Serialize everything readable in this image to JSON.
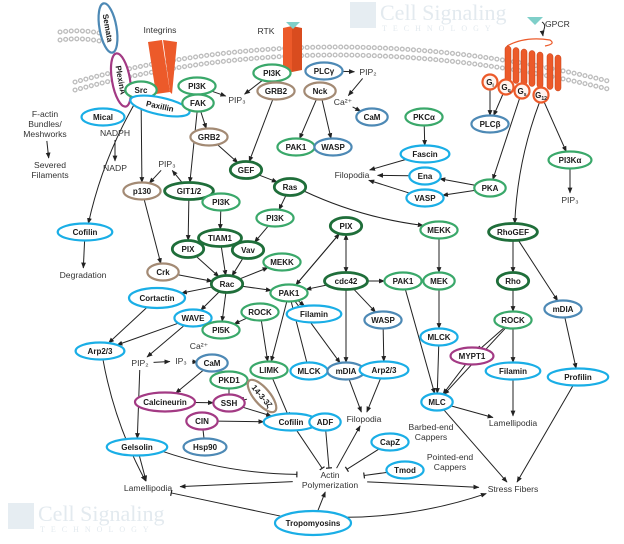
{
  "watermark": {
    "line1": "Cell Signaling",
    "line2": "TECHNOLOGY"
  },
  "colors": {
    "green": "#3aa86a",
    "darkgreen": "#1f6e3a",
    "cyan": "#1aaee6",
    "steel": "#4d89b5",
    "brown": "#a38a74",
    "magenta": "#a33a84",
    "receptor": "#ec5a2a",
    "membrane": "#bdbdbd",
    "ligand": "#7fcfc9"
  },
  "receptors": {
    "integrins": "Integrins",
    "rtk": "RTK",
    "gpcr": "GPCR"
  },
  "nodes": [
    {
      "id": "semata",
      "label": "Semata",
      "style": "steel",
      "rot": 80
    },
    {
      "id": "plexina",
      "label": "PlexinA",
      "style": "magenta",
      "rot": 80
    },
    {
      "id": "mical",
      "label": "Mical",
      "style": "cyan"
    },
    {
      "id": "src",
      "label": "Src",
      "style": "green"
    },
    {
      "id": "paxillin",
      "label": "Paxillin",
      "style": "cyan",
      "rot": 12
    },
    {
      "id": "pi3k1",
      "label": "PI3K",
      "style": "green"
    },
    {
      "id": "fak",
      "label": "FAK",
      "style": "green"
    },
    {
      "id": "pi3k2",
      "label": "PI3K",
      "style": "green"
    },
    {
      "id": "grb2b",
      "label": "GRB2",
      "style": "brown"
    },
    {
      "id": "plcg",
      "label": "PLCγ",
      "style": "steel"
    },
    {
      "id": "nck",
      "label": "Nck",
      "style": "brown"
    },
    {
      "id": "gi",
      "label": "G",
      "sub": "i",
      "style": "gsub"
    },
    {
      "id": "gq",
      "label": "G",
      "sub": "q",
      "style": "gsub"
    },
    {
      "id": "gs",
      "label": "G",
      "sub": "s",
      "style": "gsub"
    },
    {
      "id": "g12",
      "label": "G",
      "sub": "12",
      "style": "gsub"
    },
    {
      "id": "cam1",
      "label": "CaM",
      "style": "steel"
    },
    {
      "id": "plcb",
      "label": "PLCβ",
      "style": "steel"
    },
    {
      "id": "pi3ka",
      "label": "PI3Kα",
      "style": "green"
    },
    {
      "id": "grb2a",
      "label": "GRB2",
      "style": "brown"
    },
    {
      "id": "gef",
      "label": "GEF",
      "style": "darkgreen"
    },
    {
      "id": "ras",
      "label": "Ras",
      "style": "darkgreen"
    },
    {
      "id": "pak1a",
      "label": "PAK1",
      "style": "green"
    },
    {
      "id": "wasp1",
      "label": "WASP",
      "style": "steel"
    },
    {
      "id": "pkca",
      "label": "PKCα",
      "style": "green"
    },
    {
      "id": "fascin",
      "label": "Fascin",
      "style": "cyan"
    },
    {
      "id": "ena",
      "label": "Ena",
      "style": "cyan"
    },
    {
      "id": "vasp",
      "label": "VASP",
      "style": "cyan"
    },
    {
      "id": "pka",
      "label": "PKA",
      "style": "green"
    },
    {
      "id": "p130",
      "label": "p130",
      "style": "brown"
    },
    {
      "id": "git",
      "label": "GIT1/2",
      "style": "darkgreen"
    },
    {
      "id": "cofilin1",
      "label": "Cofilin",
      "style": "cyan"
    },
    {
      "id": "pi3k3",
      "label": "PI3K",
      "style": "green"
    },
    {
      "id": "tiam1",
      "label": "TIAM1",
      "style": "darkgreen"
    },
    {
      "id": "pix1",
      "label": "PIX",
      "style": "darkgreen"
    },
    {
      "id": "vav",
      "label": "Vav",
      "style": "darkgreen"
    },
    {
      "id": "pi3k4",
      "label": "PI3K",
      "style": "green"
    },
    {
      "id": "mekk1",
      "label": "MEKK",
      "style": "green"
    },
    {
      "id": "rac",
      "label": "Rac",
      "style": "darkgreen"
    },
    {
      "id": "crk",
      "label": "Crk",
      "style": "brown"
    },
    {
      "id": "cortactin",
      "label": "Cortactin",
      "style": "cyan"
    },
    {
      "id": "wave",
      "label": "WAVE",
      "style": "cyan"
    },
    {
      "id": "pi5k",
      "label": "PI5K",
      "style": "green"
    },
    {
      "id": "rock1",
      "label": "ROCK",
      "style": "green"
    },
    {
      "id": "pak1b",
      "label": "PAK1",
      "style": "green"
    },
    {
      "id": "pix2",
      "label": "PIX",
      "style": "darkgreen"
    },
    {
      "id": "cdc42",
      "label": "cdc42",
      "style": "darkgreen"
    },
    {
      "id": "pak1c",
      "label": "PAK1",
      "style": "green"
    },
    {
      "id": "mekk2",
      "label": "MEKK",
      "style": "green"
    },
    {
      "id": "mek",
      "label": "MEK",
      "style": "green"
    },
    {
      "id": "mlck2",
      "label": "MLCK",
      "style": "cyan"
    },
    {
      "id": "mypt1",
      "label": "MYPT1",
      "style": "magenta"
    },
    {
      "id": "rhogef",
      "label": "RhoGEF",
      "style": "darkgreen"
    },
    {
      "id": "rho",
      "label": "Rho",
      "style": "darkgreen"
    },
    {
      "id": "rock2",
      "label": "ROCK",
      "style": "green"
    },
    {
      "id": "mdia2",
      "label": "mDIA",
      "style": "steel"
    },
    {
      "id": "filamin1",
      "label": "Filamin",
      "style": "cyan"
    },
    {
      "id": "wasp2",
      "label": "WASP",
      "style": "steel"
    },
    {
      "id": "filamin2",
      "label": "Filamin",
      "style": "cyan"
    },
    {
      "id": "profilin",
      "label": "Profilin",
      "style": "cyan"
    },
    {
      "id": "mlc",
      "label": "MLC",
      "style": "cyan"
    },
    {
      "id": "arp1",
      "label": "Arp2/3",
      "style": "cyan"
    },
    {
      "id": "cam2",
      "label": "CaM",
      "style": "steel"
    },
    {
      "id": "limk",
      "label": "LIMK",
      "style": "green"
    },
    {
      "id": "mlck1",
      "label": "MLCK",
      "style": "cyan"
    },
    {
      "id": "mdia1",
      "label": "mDIA",
      "style": "steel"
    },
    {
      "id": "arp2",
      "label": "Arp2/3",
      "style": "cyan"
    },
    {
      "id": "pkd1",
      "label": "PKD1",
      "style": "green"
    },
    {
      "id": "ssh",
      "label": "SSH",
      "style": "magenta"
    },
    {
      "id": "p1433",
      "label": "14-3-3ζ",
      "style": "brown",
      "rot": 50
    },
    {
      "id": "calcineurin",
      "label": "Calcineurin",
      "style": "magenta"
    },
    {
      "id": "cin",
      "label": "CIN",
      "style": "magenta"
    },
    {
      "id": "hsp90",
      "label": "Hsp90",
      "style": "steel"
    },
    {
      "id": "cofilin2",
      "label": "Cofilin",
      "style": "cyan"
    },
    {
      "id": "adf",
      "label": "ADF",
      "style": "cyan"
    },
    {
      "id": "gelsolin",
      "label": "Gelsolin",
      "style": "cyan"
    },
    {
      "id": "capz",
      "label": "CapZ",
      "style": "cyan"
    },
    {
      "id": "tmod",
      "label": "Tmod",
      "style": "cyan"
    },
    {
      "id": "tropo",
      "label": "Tropomyosins",
      "style": "cyan"
    }
  ],
  "texts": [
    {
      "id": "fact",
      "lines": [
        "F-actin",
        "Bundles/",
        "Meshworks"
      ]
    },
    {
      "id": "nadph",
      "lines": [
        "NADPH"
      ]
    },
    {
      "id": "severed",
      "lines": [
        "Severed",
        "Filaments"
      ]
    },
    {
      "id": "nadp",
      "lines": [
        "NADP"
      ]
    },
    {
      "id": "pip3a",
      "lines": [
        "PIP₃"
      ]
    },
    {
      "id": "pip2a",
      "lines": [
        "PIP₂"
      ]
    },
    {
      "id": "ca1",
      "lines": [
        "Ca²⁺"
      ]
    },
    {
      "id": "pip3b",
      "lines": [
        "PIP₃"
      ]
    },
    {
      "id": "pip3c",
      "lines": [
        "PIP₃"
      ]
    },
    {
      "id": "filo1",
      "lines": [
        "Filopodia"
      ]
    },
    {
      "id": "degradation",
      "lines": [
        "Degradation"
      ]
    },
    {
      "id": "pip2b",
      "lines": [
        "PIP₂"
      ]
    },
    {
      "id": "ip3",
      "lines": [
        "IP₃"
      ]
    },
    {
      "id": "ca2",
      "lines": [
        "Ca²⁺"
      ]
    },
    {
      "id": "filo2",
      "lines": [
        "Filopodia"
      ]
    },
    {
      "id": "barbed",
      "lines": [
        "Barbed-end",
        "Cappers"
      ]
    },
    {
      "id": "pointed",
      "lines": [
        "Pointed-end",
        "Cappers"
      ]
    },
    {
      "id": "lamelli2",
      "lines": [
        "Lamellipodia"
      ]
    },
    {
      "id": "lamelli1",
      "lines": [
        "Lamellipodia"
      ]
    },
    {
      "id": "actin",
      "lines": [
        "Actin",
        "Polymerization"
      ]
    },
    {
      "id": "stress",
      "lines": [
        "Stress Fibers"
      ]
    }
  ],
  "edges": [
    [
      "fact",
      "severed",
      "a"
    ],
    [
      "nadph",
      "nadp",
      "a"
    ],
    [
      "src",
      "p130",
      "a"
    ],
    [
      "src",
      "cofilin1",
      "a"
    ],
    [
      "fak",
      "git",
      "a"
    ],
    [
      "fak",
      "grb2a",
      "a"
    ],
    [
      "pi3k1",
      "pip3a",
      "a"
    ],
    [
      "pi3k2",
      "pip3a",
      "a"
    ],
    [
      "git",
      "pix1",
      "a"
    ],
    [
      "git",
      "pip3b",
      "a"
    ],
    [
      "pip3b",
      "p130",
      "a"
    ],
    [
      "p130",
      "crk",
      "a"
    ],
    [
      "grb2b",
      "gef",
      "a"
    ],
    [
      "grb2a",
      "gef",
      "a"
    ],
    [
      "gef",
      "ras",
      "a"
    ],
    [
      "nck",
      "pak1a",
      "a"
    ],
    [
      "nck",
      "wasp1",
      "a"
    ],
    [
      "plcg",
      "pip2a",
      "a"
    ],
    [
      "pip2a",
      "ca1",
      "a"
    ],
    [
      "ca1",
      "cam1",
      "a"
    ],
    [
      "pkca",
      "fascin",
      "a"
    ],
    [
      "fascin",
      "filo1",
      "a"
    ],
    [
      "ena",
      "filo1",
      "a"
    ],
    [
      "vasp",
      "filo1",
      "a"
    ],
    [
      "pka",
      "ena",
      "a"
    ],
    [
      "pka",
      "vasp",
      "a"
    ],
    [
      "gi",
      "plcb",
      "a"
    ],
    [
      "gq",
      "plcb",
      "a"
    ],
    [
      "gs",
      "pka",
      "a"
    ],
    [
      "g12",
      "pi3ka",
      "a"
    ],
    [
      "pi3ka",
      "pip3c",
      "a"
    ],
    [
      "g12",
      "rhogef",
      "a"
    ],
    [
      "ras",
      "pi3k4",
      "a"
    ],
    [
      "ras",
      "mekk2",
      "a"
    ],
    [
      "pi3k3",
      "tiam1",
      "a"
    ],
    [
      "pi3k4",
      "vav",
      "a"
    ],
    [
      "cofilin1",
      "degradation",
      "a"
    ],
    [
      "pix1",
      "rac",
      "a"
    ],
    [
      "tiam1",
      "rac",
      "a"
    ],
    [
      "vav",
      "rac",
      "a"
    ],
    [
      "crk",
      "rac",
      "a"
    ],
    [
      "rac",
      "mekk1",
      "a"
    ],
    [
      "rac",
      "pak1b",
      "a"
    ],
    [
      "rac",
      "cortactin",
      "a"
    ],
    [
      "rac",
      "wave",
      "a"
    ],
    [
      "rac",
      "pi5k",
      "a"
    ],
    [
      "rock1",
      "pi5k",
      "a"
    ],
    [
      "pak1b",
      "pix2",
      "a"
    ],
    [
      "pix2",
      "pak1b",
      "a"
    ],
    [
      "pix2",
      "cdc42",
      "a"
    ],
    [
      "cdc42",
      "pix2",
      "a"
    ],
    [
      "cdc42",
      "pak1b",
      "a"
    ],
    [
      "cdc42",
      "pak1c",
      "a"
    ],
    [
      "cdc42",
      "wasp2",
      "a"
    ],
    [
      "cdc42",
      "mdia1",
      "a"
    ],
    [
      "pak1b",
      "filamin1",
      "a"
    ],
    [
      "pak1b",
      "limk",
      "a"
    ],
    [
      "pak1b",
      "mlck1",
      "i"
    ],
    [
      "pak1b",
      "mdia1",
      "a"
    ],
    [
      "rock1",
      "limk",
      "a"
    ],
    [
      "limk",
      "cofilin2",
      "i"
    ],
    [
      "mekk2",
      "mek",
      "a"
    ],
    [
      "mek",
      "mlck2",
      "a"
    ],
    [
      "mlck2",
      "mlc",
      "a"
    ],
    [
      "pak1c",
      "mlc",
      "a"
    ],
    [
      "rhogef",
      "rho",
      "a"
    ],
    [
      "rhogef",
      "mdia2",
      "a"
    ],
    [
      "rho",
      "rock2",
      "a"
    ],
    [
      "rock2",
      "mypt1",
      "i"
    ],
    [
      "rock2",
      "mlc",
      "a"
    ],
    [
      "rock2",
      "filamin2",
      "a"
    ],
    [
      "mypt1",
      "mlc",
      "a"
    ],
    [
      "mdia2",
      "profilin",
      "a"
    ],
    [
      "filamin2",
      "lamelli2",
      "a"
    ],
    [
      "mlc",
      "lamelli2",
      "a"
    ],
    [
      "mlc",
      "stress",
      "a"
    ],
    [
      "profilin",
      "stress",
      "a"
    ],
    [
      "cortactin",
      "arp1",
      "a"
    ],
    [
      "wave",
      "arp1",
      "a"
    ],
    [
      "wave",
      "pip2b",
      "a"
    ],
    [
      "pip2b",
      "ip3",
      "a"
    ],
    [
      "ip3",
      "cam2",
      "a"
    ],
    [
      "cam2",
      "calcineurin",
      "a"
    ],
    [
      "calcineurin",
      "ssh",
      "a"
    ],
    [
      "pkd1",
      "ssh",
      "i"
    ],
    [
      "p1433",
      "ssh",
      "i"
    ],
    [
      "ssh",
      "cofilin2",
      "a"
    ],
    [
      "cin",
      "cofilin2",
      "a"
    ],
    [
      "hsp90",
      "cin",
      "i"
    ],
    [
      "pip2b",
      "gelsolin",
      "a"
    ],
    [
      "arp1",
      "lamelli1",
      "a"
    ],
    [
      "gelsolin",
      "lamelli1",
      "a"
    ],
    [
      "gelsolin",
      "actin",
      "i"
    ],
    [
      "cofilin2",
      "actin",
      "i"
    ],
    [
      "adf",
      "actin",
      "i"
    ],
    [
      "actin",
      "lamelli1",
      "a"
    ],
    [
      "actin",
      "filo2",
      "a"
    ],
    [
      "mdia1",
      "filo2",
      "a"
    ],
    [
      "arp2",
      "filo2",
      "a"
    ],
    [
      "wasp2",
      "arp2",
      "a"
    ],
    [
      "capz",
      "actin",
      "i"
    ],
    [
      "tmod",
      "actin",
      "i"
    ],
    [
      "actin",
      "stress",
      "a"
    ],
    [
      "tropo",
      "stress",
      "a"
    ],
    [
      "tropo",
      "lamelli1",
      "i"
    ],
    [
      "tropo",
      "actin",
      "a"
    ]
  ]
}
